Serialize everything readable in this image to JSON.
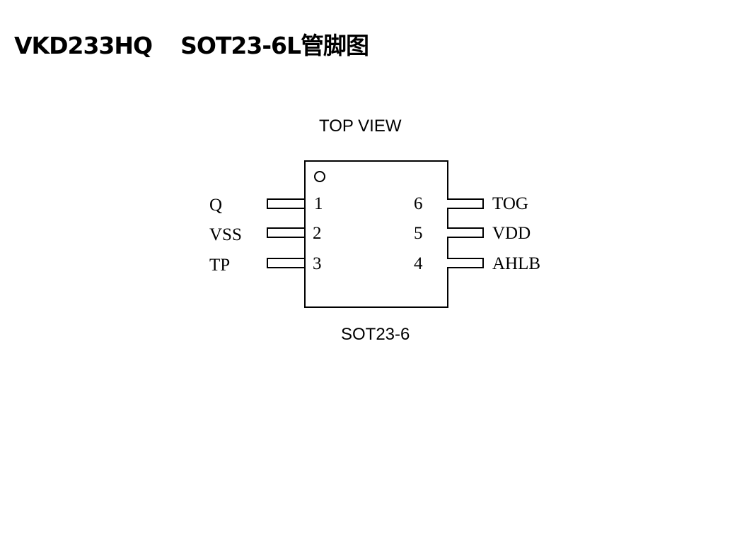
{
  "title": {
    "part_number": "VKD233HQ",
    "package_heading": "SOT23-6L管脚图"
  },
  "diagram": {
    "view_label": "TOP VIEW",
    "package_label": "SOT23-6",
    "pins_left": [
      {
        "number": "1",
        "name": "Q"
      },
      {
        "number": "2",
        "name": "VSS"
      },
      {
        "number": "3",
        "name": "TP"
      }
    ],
    "pins_right": [
      {
        "number": "6",
        "name": "TOG"
      },
      {
        "number": "5",
        "name": "VDD"
      },
      {
        "number": "4",
        "name": "AHLB"
      }
    ]
  }
}
